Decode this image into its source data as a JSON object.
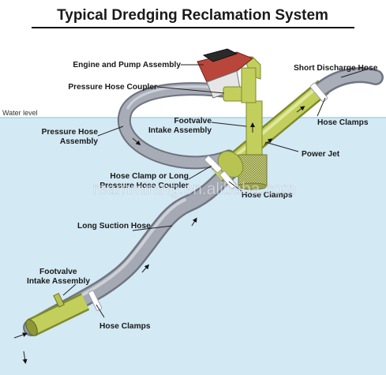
{
  "title": "Typical Dredging Reclamation System",
  "water_level_label": "Water level",
  "watermark": "reammining.en.alibaba.com",
  "labels": {
    "engine_pump": "Engine and Pump Assembly",
    "pressure_hose_coupler": "Pressure Hose Coupler",
    "pressure_hose_assembly_1": "Pressure Hose",
    "pressure_hose_assembly_2": "Assembly",
    "footvalve_top_1": "Footvalve",
    "footvalve_top_2": "Intake Assembly",
    "short_discharge_hose": "Short Discharge Hose",
    "hose_clamps_top": "Hose Clamps",
    "power_jet": "Power Jet",
    "hose_clamp_long_1": "Hose Clamp or Long",
    "hose_clamp_long_2": "Pressure Hose Coupler",
    "hose_clamps_mid": "Hose Clamps",
    "long_suction_hose": "Long Suction Hose",
    "footvalve_bottom_1": "Footvalve",
    "footvalve_bottom_2": "Intake Assembly",
    "hose_clamps_bottom": "Hose Clamps"
  },
  "colors": {
    "water": "#d3e9f4",
    "water_edge": "#aacfe3",
    "pressure_hose": "#9aa0ad",
    "discharge_hose": "#c3cf5c",
    "suction_hose": "#a4a9b3",
    "clamp": "#ffffff",
    "pump_red": "#b9463b"
  }
}
